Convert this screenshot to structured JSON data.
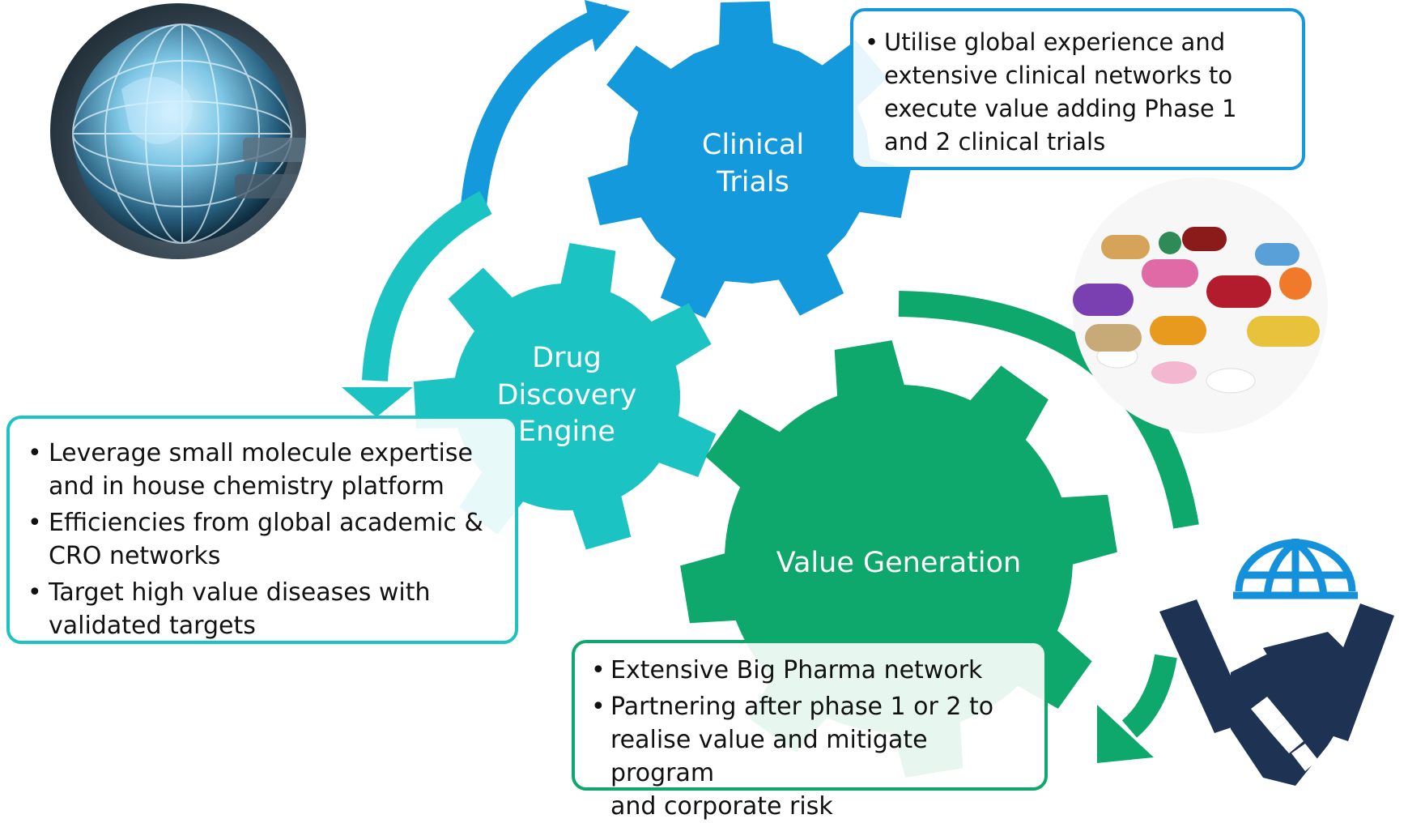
{
  "colors": {
    "clinical": "#1399dc",
    "drug": "#1cc3c3",
    "value": "#0fa86c",
    "handshake": "#1e3353",
    "globe_icon": "#1590db"
  },
  "gears": {
    "clinical": [
      "Clinical",
      "Trials"
    ],
    "drug": [
      "Drug",
      "Discovery",
      "Engine"
    ],
    "value": [
      "Value Generation"
    ]
  },
  "boxes": {
    "clinical": {
      "items": [
        [
          "Utilise global experience and",
          "extensive clinical networks to",
          "execute value adding Phase 1",
          "and 2 clinical trials"
        ]
      ]
    },
    "drug": {
      "items": [
        [
          "Leverage small molecule expertise",
          "and in house chemistry platform"
        ],
        [
          "Efficiencies from global academic &",
          "CRO networks"
        ],
        [
          "Target high value diseases with",
          "validated targets"
        ]
      ]
    },
    "value": {
      "items": [
        [
          "Extensive Big Pharma network"
        ],
        [
          "Partnering after phase 1 or 2 to",
          "realise value and mitigate program",
          "and corporate risk"
        ]
      ]
    }
  },
  "bullet_char": "•",
  "images": [
    "globe-keyboard-photo",
    "pills-photo",
    "handshake-globe-icon"
  ]
}
